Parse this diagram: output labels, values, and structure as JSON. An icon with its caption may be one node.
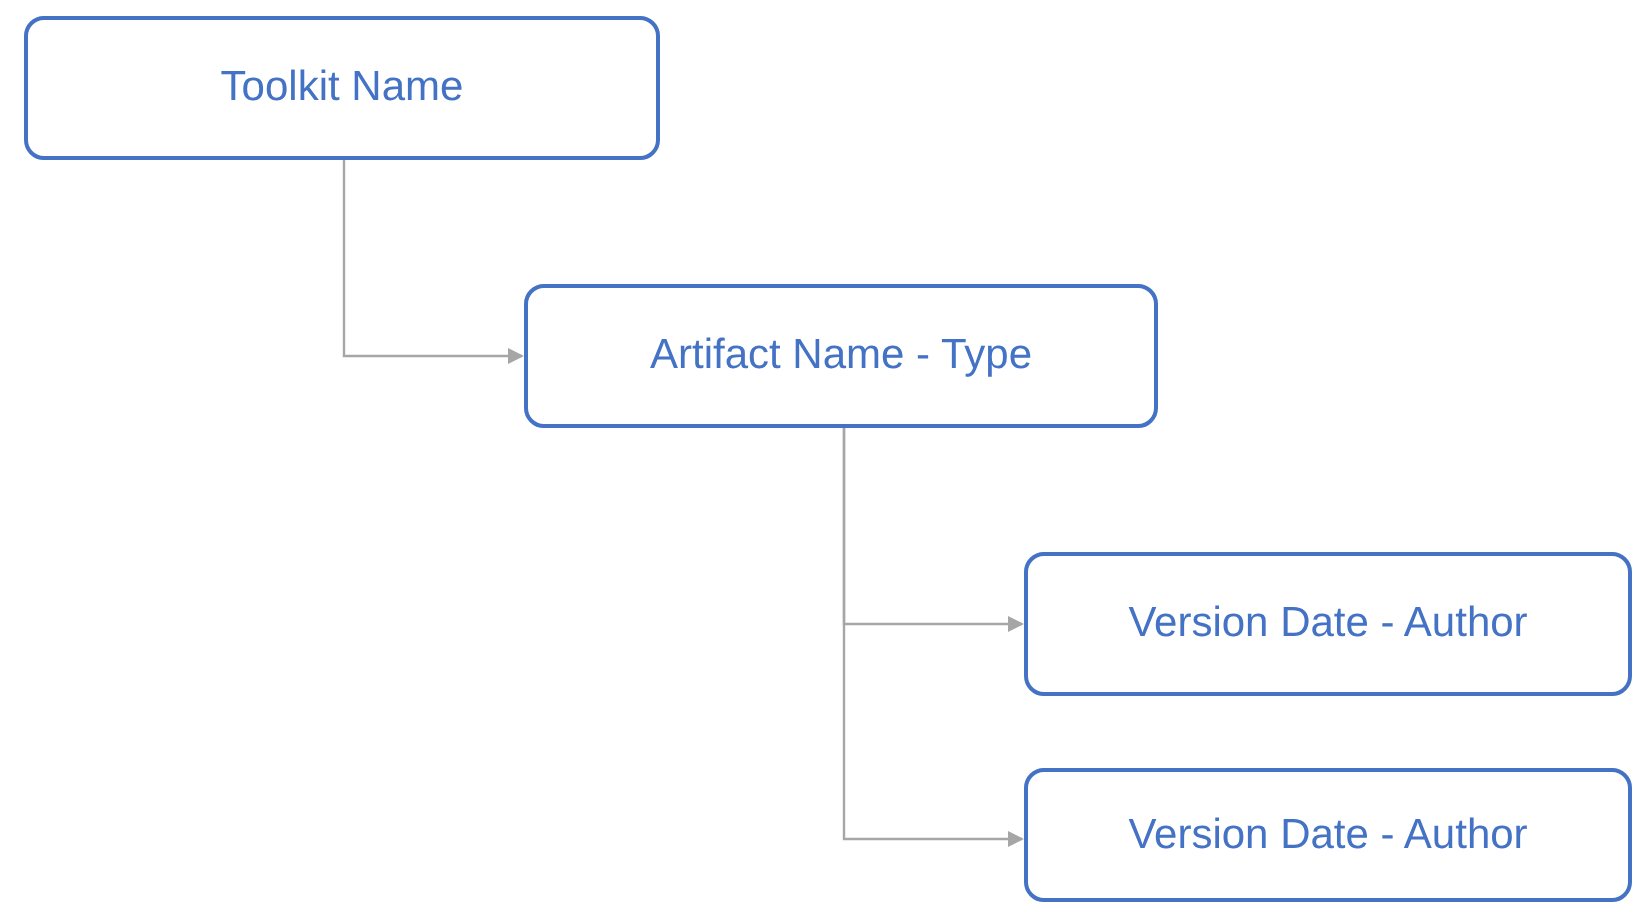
{
  "diagram": {
    "nodes": [
      {
        "text": [
          "Toolkit Name"
        ]
      },
      {
        "text": [
          "Artifact Name - Type"
        ]
      },
      {
        "text": [
          "Version Date - Author"
        ]
      },
      {
        "text": [
          "Version Date - Author"
        ]
      }
    ],
    "edges": [
      {
        "from": 0,
        "to": 1,
        "arrow": "to"
      },
      {
        "from": 1,
        "to": 2,
        "arrow": "to"
      },
      {
        "from": 1,
        "to": 3,
        "arrow": "to"
      }
    ]
  }
}
